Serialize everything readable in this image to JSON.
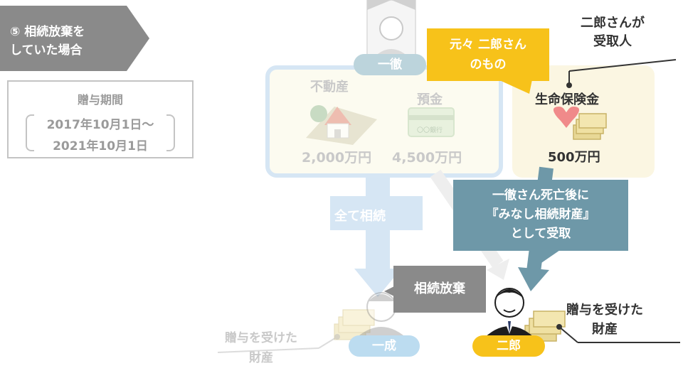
{
  "section": {
    "line1": "⑤ 相続放棄を",
    "line2": "していた場合"
  },
  "gift_period": {
    "title": "贈与期間",
    "start": "2017年10月1日～",
    "end": "2021年10月1日"
  },
  "estate": {
    "real_estate_label": "不動産",
    "real_estate_amount": "2,000万円",
    "deposit_label": "預金",
    "deposit_amount": "4,500万円",
    "bank_card_text": "〇〇銀行"
  },
  "insurance": {
    "label": "生命保険金",
    "amount": "500万円",
    "recipient_line1": "二郎さんが",
    "recipient_line2": "受取人"
  },
  "callouts": {
    "originally_line1": "元々 二郎さん",
    "originally_line2": "のもの",
    "deemed_line1": "一徹さん死亡後に",
    "deemed_line2": "『みなし相続財産』",
    "deemed_line3": "として受取"
  },
  "arrows": {
    "all_inherit": "全て相続"
  },
  "renunciation": "相続放棄",
  "people": {
    "deceased": "一徹",
    "heir_faded": "一成",
    "heir_jiro": "二郎"
  },
  "gift_received": {
    "faded_line1": "贈与を受けた",
    "faded_line2": "財産",
    "jiro_line1": "贈与を受けた",
    "jiro_line2": "財産"
  },
  "colors": {
    "yellow": "#f7c21a",
    "teal": "#6e98a8",
    "grey": "#8a8a8a",
    "faded_blue": "#d6e6f4",
    "heart": "#f08a8a"
  }
}
